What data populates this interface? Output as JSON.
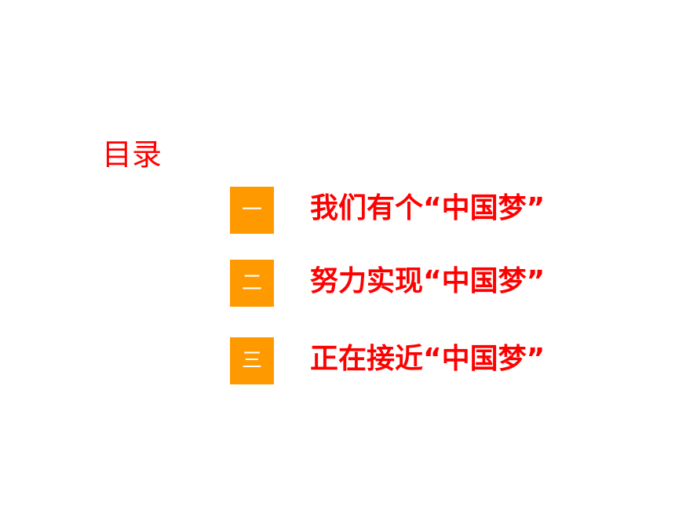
{
  "colors": {
    "heading": "#ff0000",
    "item_text": "#ff0000",
    "number_box": "#ff9900",
    "number_text": "#ffffff",
    "background": "#ffffff"
  },
  "heading": "目录",
  "items": [
    {
      "number": "一",
      "label": "我们有个“中国梦”"
    },
    {
      "number": "二",
      "label": "努力实现“中国梦”"
    },
    {
      "number": "三",
      "label": "正在接近“中国梦”"
    }
  ]
}
